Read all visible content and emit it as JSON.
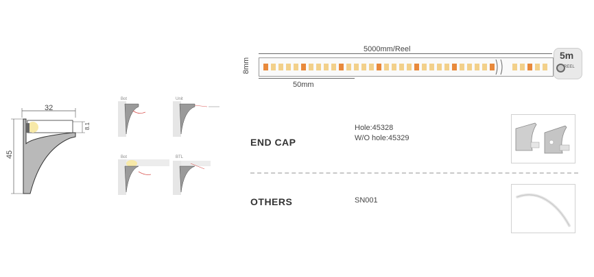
{
  "profile": {
    "width_label": "32",
    "height_label": "45",
    "small_label": "8.1"
  },
  "mount_views": {
    "labels": [
      "Bot",
      "Unit",
      "Bot",
      "BTL"
    ]
  },
  "strip": {
    "length_label": "5000mm/Reel",
    "segment_label": "50mm",
    "width_label": "8mm",
    "reel_badge_big": "5m",
    "reel_badge_small": "REEL"
  },
  "end_cap": {
    "title": "END CAP",
    "line1": "Hole:45328",
    "line2": "W/O hole:45329"
  },
  "others": {
    "title": "OTHERS",
    "code": "SN001"
  },
  "colors": {
    "led_amber": "#f2d08a",
    "led_orange": "#e8893b",
    "profile_grey": "#b9b9b9",
    "dash_grey": "#c8c8c8"
  }
}
